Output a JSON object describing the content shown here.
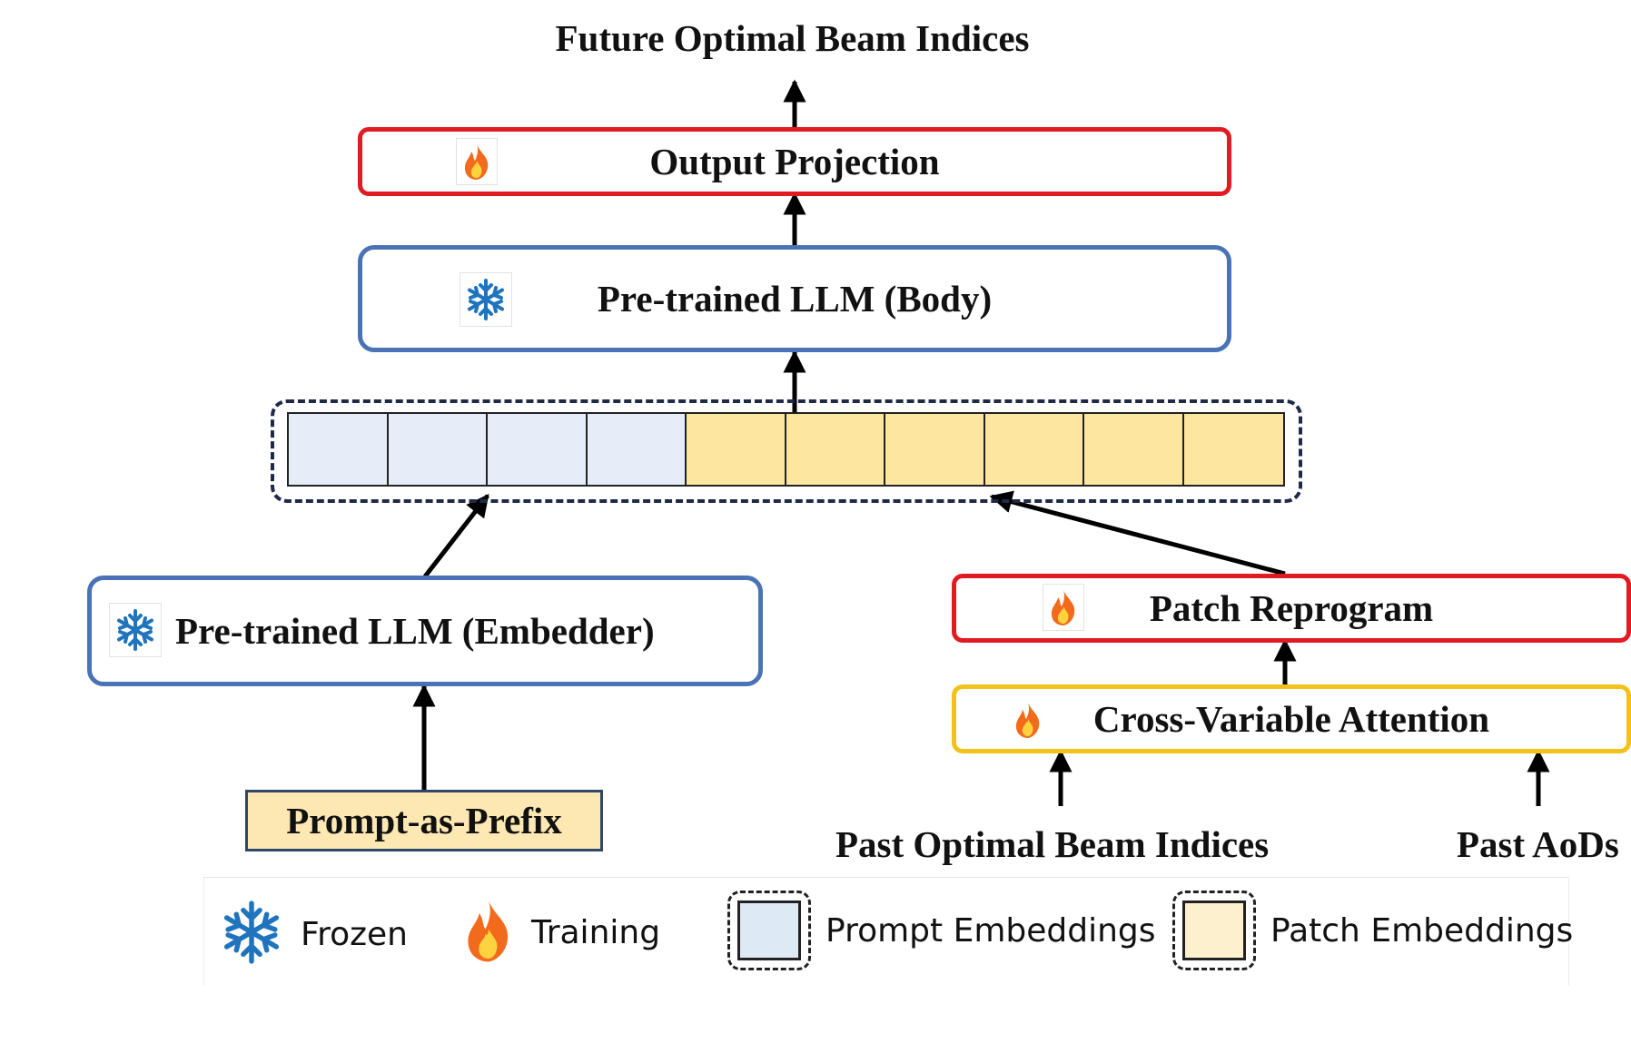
{
  "diagram": {
    "output_label": "Future Optimal Beam Indices",
    "output_projection": {
      "label": "Output Projection",
      "icon": "fire-icon"
    },
    "llm_body": {
      "label": "Pre-trained LLM (Body)",
      "icon": "snowflake-icon"
    },
    "embedding_sequence": {
      "prompt_cells": 4,
      "patch_cells": 6
    },
    "llm_embedder": {
      "label": "Pre-trained LLM (Embedder)",
      "icon": "snowflake-icon"
    },
    "prompt_prefix": {
      "label": "Prompt-as-Prefix"
    },
    "patch_reprogram": {
      "label": "Patch Reprogram",
      "icon": "fire-icon"
    },
    "cross_attention": {
      "label": "Cross-Variable Attention",
      "icon": "fire-icon"
    },
    "inputs": {
      "past_beams": "Past Optimal Beam Indices",
      "past_aods": "Past AoDs"
    },
    "colors": {
      "training_border": "#e11b22",
      "frozen_border": "#4a73b5",
      "attention_border": "#f2c21a",
      "prompt_fill": "#e6edf9",
      "patch_fill": "#fde6a0"
    }
  },
  "legend": {
    "frozen": {
      "label": "Frozen",
      "icon": "snowflake-icon"
    },
    "training": {
      "label": "Training",
      "icon": "fire-icon"
    },
    "prompt_embeddings": {
      "label": "Prompt Embeddings"
    },
    "patch_embeddings": {
      "label": "Patch Embeddings"
    }
  }
}
